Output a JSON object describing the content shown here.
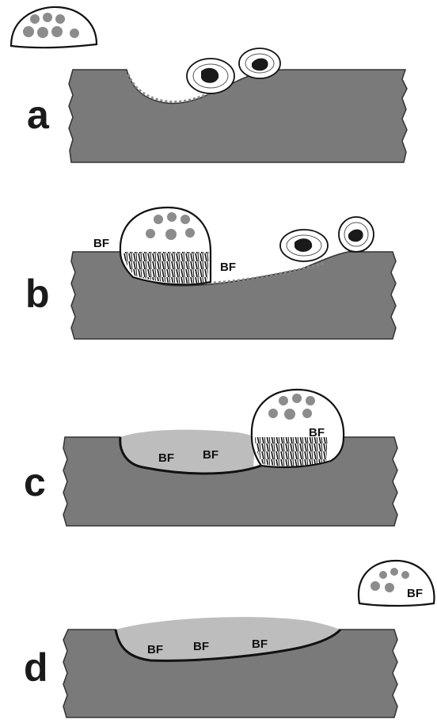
{
  "panels": [
    {
      "letter": "a"
    },
    {
      "letter": "b",
      "labels": [
        "BF",
        "BF"
      ]
    },
    {
      "letter": "c",
      "labels": [
        "BF",
        "BF",
        "BF"
      ]
    },
    {
      "letter": "d",
      "labels": [
        "BF",
        "BF",
        "BF",
        "BF"
      ]
    }
  ],
  "colors": {
    "bone": "#7a7a7a",
    "new_bone": "#bdbdbd",
    "cell_fill": "#ffffff",
    "nucleus": "#8c8c8c",
    "outline": "#111111",
    "background": "#ffffff"
  }
}
